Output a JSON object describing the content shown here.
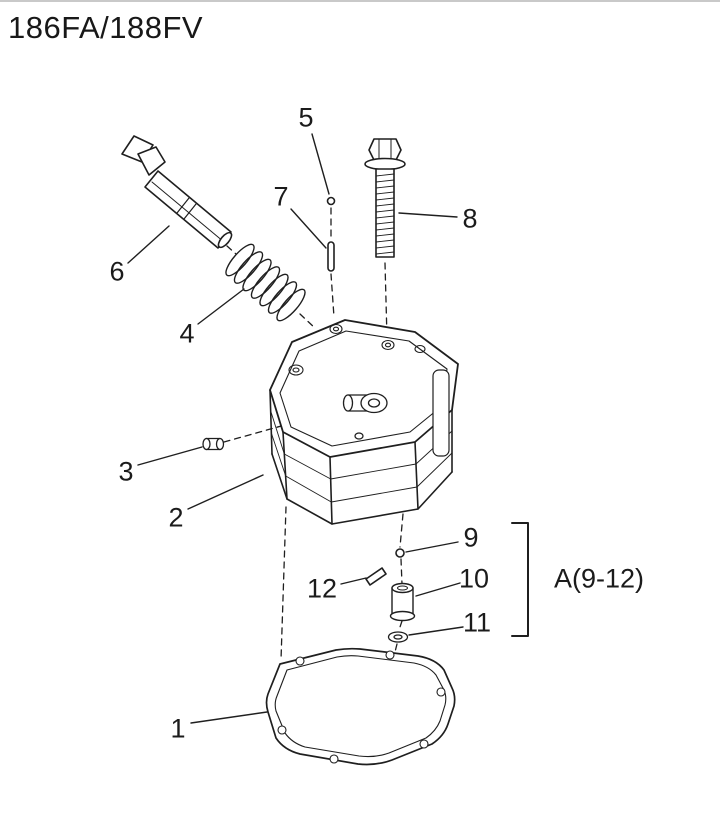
{
  "title": "186FA/188FV",
  "diagram": {
    "group_label": "A(9-12)",
    "callouts": [
      {
        "label": "1"
      },
      {
        "label": "2"
      },
      {
        "label": "3"
      },
      {
        "label": "4"
      },
      {
        "label": "5"
      },
      {
        "label": "6"
      },
      {
        "label": "7"
      },
      {
        "label": "8"
      },
      {
        "label": "9"
      },
      {
        "label": "10"
      },
      {
        "label": "11"
      },
      {
        "label": "12"
      }
    ]
  },
  "colors": {
    "line_art": "#1f1f1f",
    "background": "#ffffff"
  }
}
